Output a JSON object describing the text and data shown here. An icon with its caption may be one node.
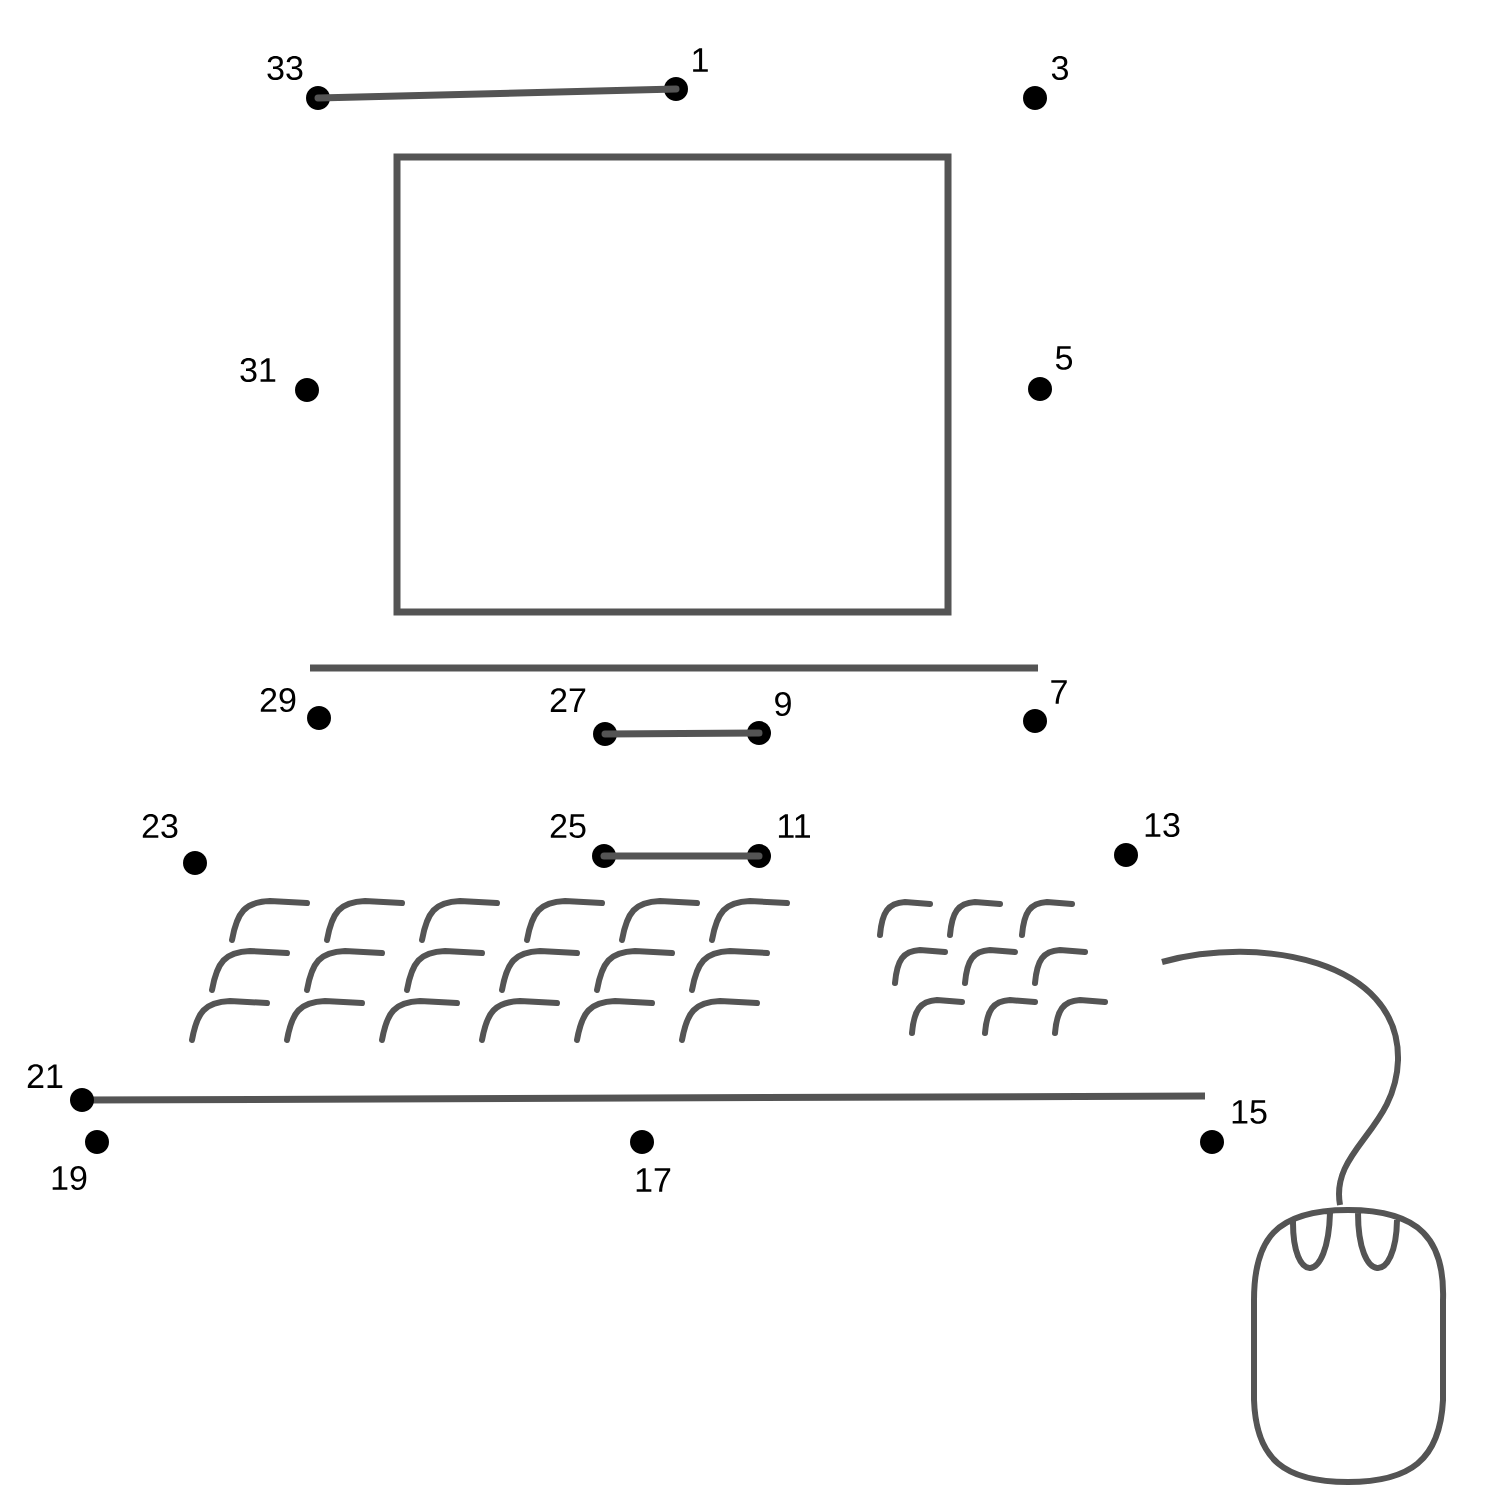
{
  "diagram": {
    "nodes": [
      {
        "text": [],
        "shape": "circle",
        "beside": [
          "33"
        ]
      },
      {
        "text": [],
        "shape": "circle",
        "beside": [
          "1"
        ]
      },
      {
        "text": [],
        "shape": "circle",
        "beside": [
          "3"
        ]
      },
      {
        "text": [],
        "shape": "circle",
        "beside": [
          "31"
        ]
      },
      {
        "text": [],
        "shape": "circle",
        "beside": [
          "5"
        ]
      },
      {
        "text": [],
        "shape": "circle",
        "beside": [
          "29"
        ]
      },
      {
        "text": [],
        "shape": "circle",
        "beside": [
          "27"
        ]
      },
      {
        "text": [],
        "shape": "circle",
        "beside": [
          "9"
        ]
      },
      {
        "text": [],
        "shape": "circle",
        "beside": [
          "7"
        ]
      },
      {
        "text": [],
        "shape": "circle",
        "beside": [
          "23"
        ]
      },
      {
        "text": [],
        "shape": "circle",
        "beside": [
          "25"
        ]
      },
      {
        "text": [],
        "shape": "circle",
        "beside": [
          "11"
        ]
      },
      {
        "text": [],
        "shape": "circle",
        "beside": [
          "13"
        ]
      },
      {
        "text": [],
        "shape": "circle",
        "beside": [
          "21"
        ]
      },
      {
        "text": [],
        "shape": "circle",
        "beside": [
          "19"
        ]
      },
      {
        "text": [],
        "shape": "circle",
        "beside": [
          "17"
        ]
      },
      {
        "text": [],
        "shape": "circle",
        "beside": [
          "15"
        ]
      }
    ],
    "edges": [
      {
        "from": 0,
        "to": 1,
        "arrow": "none"
      },
      {
        "from": 6,
        "to": 7,
        "arrow": "none"
      },
      {
        "from": 10,
        "to": 11,
        "arrow": "none"
      }
    ]
  }
}
